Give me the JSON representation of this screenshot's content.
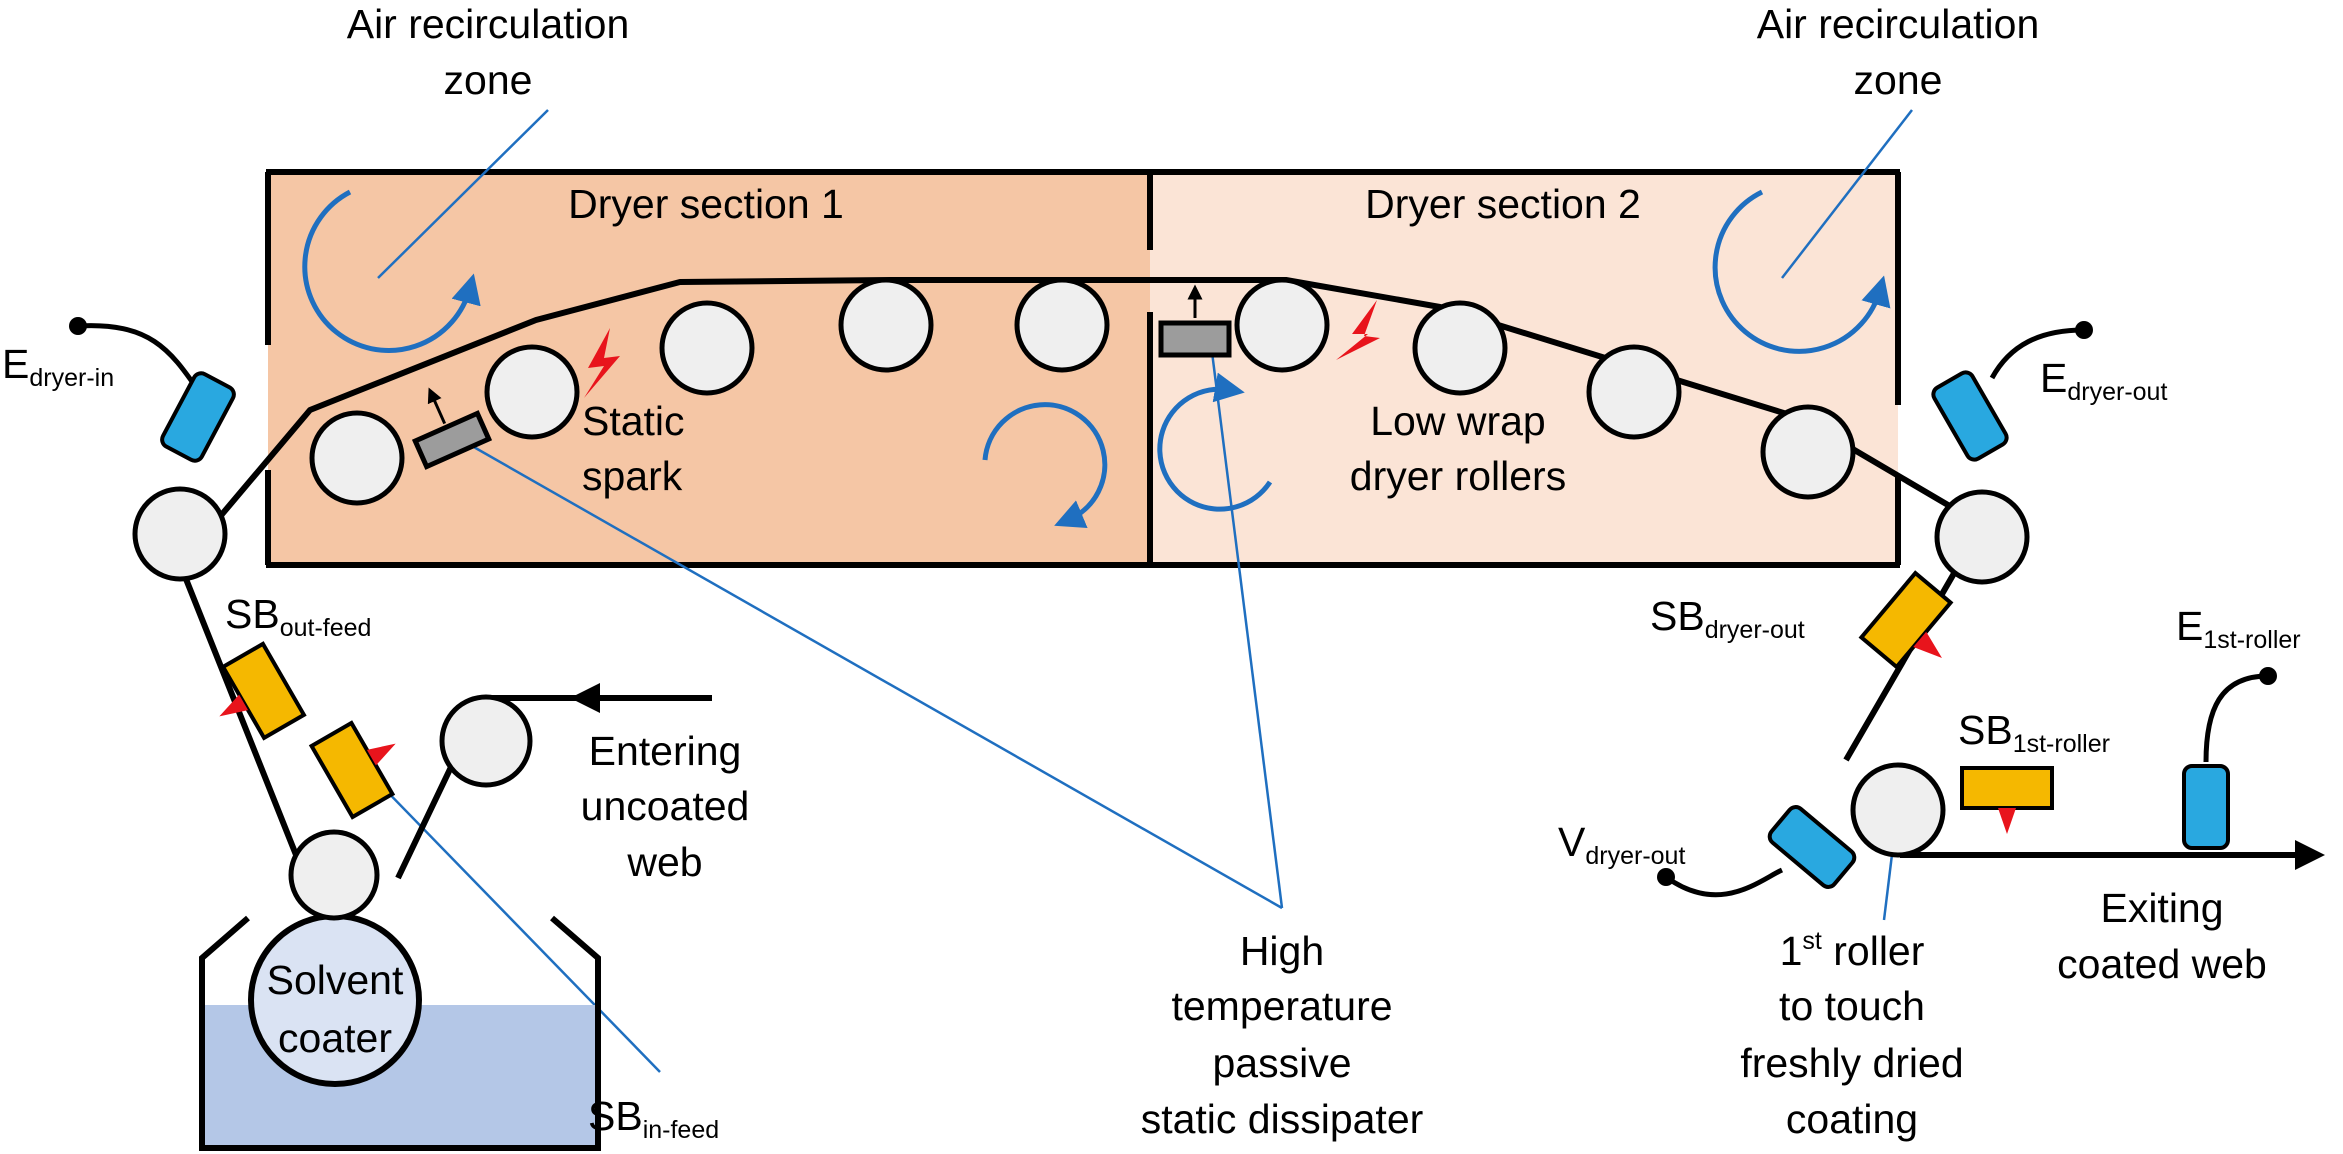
{
  "zones": {
    "section1": "Dryer section 1",
    "section2": "Dryer section 2",
    "recirc_left_line1": "Air recirculation",
    "recirc_left_line2": "zone",
    "recirc_right_line1": "Air recirculation",
    "recirc_right_line2": "zone"
  },
  "annotations": {
    "static_spark_line1": "Static",
    "static_spark_line2": "spark",
    "low_wrap_line1": "Low wrap",
    "low_wrap_line2": "dryer rollers",
    "entering_line1": "Entering",
    "entering_line2": "uncoated",
    "entering_line3": "web",
    "coater_line1": "Solvent",
    "coater_line2": "coater",
    "high_temp_line1": "High",
    "high_temp_line2": "temperature",
    "high_temp_line3": "passive",
    "high_temp_line4": "static dissipater",
    "exiting_line1": "Exiting",
    "exiting_line2": "coated web",
    "first_roller_num": "1",
    "first_roller_sup": "st",
    "first_roller_rest": " roller",
    "first_roller_line2": "to touch",
    "first_roller_line3": "freshly dried",
    "first_roller_line4": "coating"
  },
  "sensors": {
    "e_dryer_in_base": "E",
    "e_dryer_in_sub": "dryer-in",
    "e_dryer_out_base": "E",
    "e_dryer_out_sub": "dryer-out",
    "e_first_roller_base": "E",
    "e_first_roller_sub": "1st-roller",
    "v_dryer_out_base": "V",
    "v_dryer_out_sub": "dryer-out",
    "sb_out_feed_base": "SB",
    "sb_out_feed_sub": "out-feed",
    "sb_in_feed_base": "SB",
    "sb_in_feed_sub": "in-feed",
    "sb_dryer_out_base": "SB",
    "sb_dryer_out_sub": "dryer-out",
    "sb_first_roller_base": "SB",
    "sb_first_roller_sub": "1st-roller"
  },
  "colors": {
    "dryer1_fill": "#f5c6a5",
    "dryer2_fill": "#fbe4d6",
    "leader": "#1f6fc0",
    "sensor_blue": "#29a8e0",
    "static_bar_yellow": "#f5b800",
    "spark_red": "#e8141c",
    "solvent_fill": "#b4c7e7",
    "coater_roll_fill": "#dae3f3"
  }
}
